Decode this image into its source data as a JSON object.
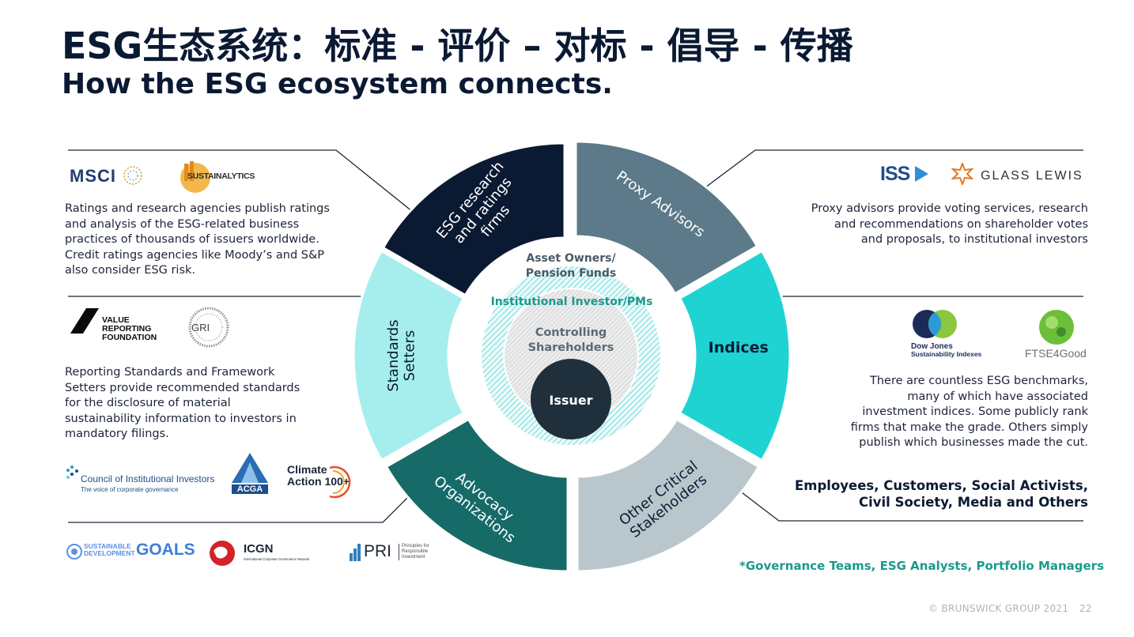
{
  "title": {
    "cn": "ESG生态系统：标准 - 评价 – 对标 - 倡导 - 传播",
    "en": "How the ESG ecosystem connects."
  },
  "left_top": {
    "logos": [
      "MSCI",
      "SUSTAINALYTICS"
    ],
    "description": "Ratings and research agencies publish ratings and analysis of the ESG-related business practices of thousands of issuers worldwide. Credit ratings agencies like Moody’s and S&P also consider ESG risk."
  },
  "left_mid": {
    "logos": [
      "VALUE REPORTING FOUNDATION",
      "GRI"
    ],
    "vrf_lines": [
      "VALUE",
      "REPORTING",
      "FOUNDATION"
    ],
    "gri_text": "GRI",
    "description": "Reporting Standards and Framework Setters provide recommended standards for the disclosure of material sustainability information to investors in mandatory filings."
  },
  "left_bottom_logos": {
    "cii_name": "Council of Institutional Investors",
    "cii_tagline": "The voice of corporate governance",
    "acga": "ACGA",
    "climate_action": [
      "Climate",
      "Action 100+"
    ]
  },
  "bottom_logos": {
    "sdg": [
      "SUSTAINABLE",
      "DEVELOPMENT",
      "GOALS"
    ],
    "icgn": "ICGN",
    "icgn_sub": "International Corporate Governance Network",
    "pri": "PRI",
    "pri_sub": [
      "Principles for",
      "Responsible",
      "Investment"
    ]
  },
  "right_top": {
    "logos": [
      "ISS",
      "GLASS LEWIS"
    ],
    "description_lines": [
      "Proxy advisors provide voting services, research",
      "and recommendations on shareholder votes",
      "and proposals, to institutional investors"
    ]
  },
  "right_mid": {
    "dow_jones": [
      "Dow Jones",
      "Sustainability Indexes"
    ],
    "ftse": "FTSE4Good",
    "description_lines": [
      "There are countless ESG benchmarks,",
      "many of which have associated",
      "investment indices. Some publicly rank",
      "firms that make the grade. Others simply",
      "publish which businesses made the cut."
    ]
  },
  "stakeholders_lines": [
    "Employees, Customers, Social Activists,",
    "Civil Society, Media and Others"
  ],
  "footnote": "*Governance Teams, ESG Analysts, Portfolio Managers",
  "wheel": {
    "segments": [
      {
        "lines": [
          "ESG research",
          "and ratings",
          "firms"
        ],
        "color": "#0b1a33"
      },
      {
        "lines": [
          "Proxy Advisors"
        ],
        "color": "#5c7a89"
      },
      {
        "lines": [
          "Indices"
        ],
        "color": "#1fd3d3"
      },
      {
        "lines": [
          "Other Critical",
          "Stakeholders"
        ],
        "color": "#b9c6cc"
      },
      {
        "lines": [
          "Advocacy",
          "Organizations"
        ],
        "color": "#166b69"
      },
      {
        "lines": [
          "Standards",
          "Setters"
        ],
        "color": "#a6eeee"
      }
    ],
    "asset_owners": [
      "Asset Owners/",
      "Pension Funds"
    ],
    "institutional": "Institutional Investor/PMs",
    "controlling": [
      "Controlling",
      "Shareholders"
    ],
    "issuer": "Issuer"
  },
  "footer": {
    "copyright": "© BRUNSWICK GROUP 2021",
    "page": "22"
  }
}
